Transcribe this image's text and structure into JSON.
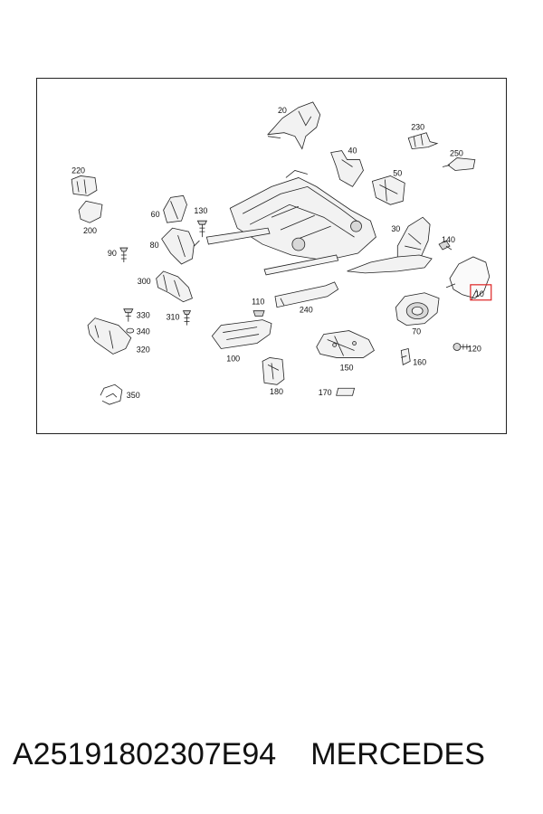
{
  "diagram": {
    "part_numbers": {
      "p10": "10",
      "p20": "20",
      "p30": "30",
      "p40": "40",
      "p50": "50",
      "p60": "60",
      "p70": "70",
      "p80": "80",
      "p90": "90",
      "p100": "100",
      "p110": "110",
      "p120": "120",
      "p130": "130",
      "p140": "140",
      "p150": "150",
      "p160": "160",
      "p170": "170",
      "p180": "180",
      "p200": "200",
      "p220": "220",
      "p230": "230",
      "p240": "240",
      "p250": "250",
      "p300": "300",
      "p310": "310",
      "p320": "320",
      "p330": "330",
      "p340": "340",
      "p350": "350"
    },
    "highlighted_part": "10"
  },
  "footer": {
    "part_number": "A25191802307E94",
    "brand": "MERCEDES"
  }
}
